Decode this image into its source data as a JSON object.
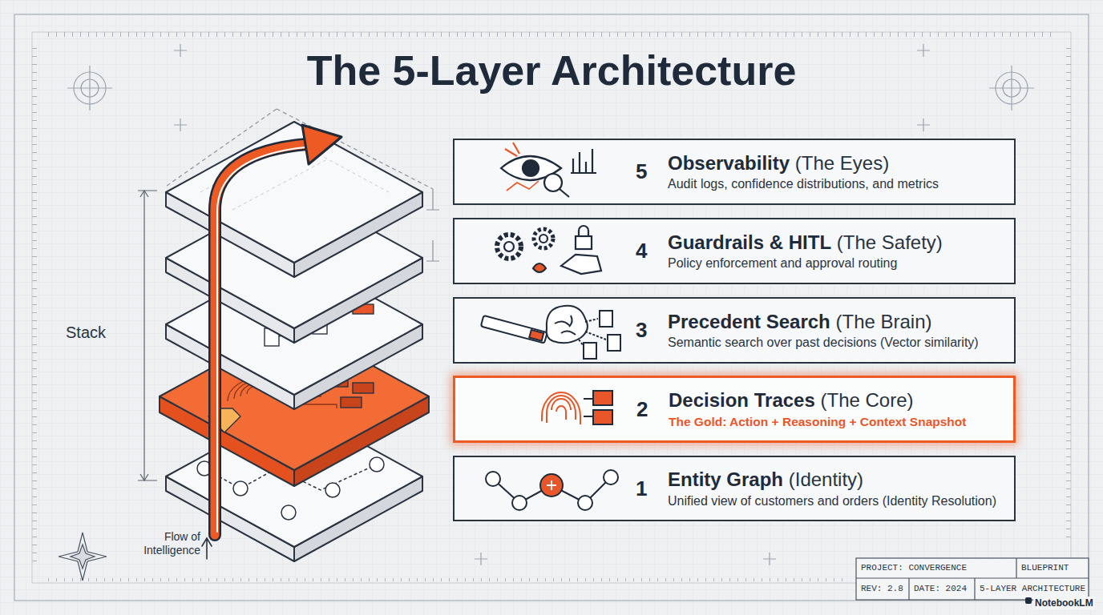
{
  "diagram": {
    "title": "The 5-Layer Architecture",
    "nodes": [
      {
        "text": [
          "5",
          "Observability",
          "(The Eyes)",
          "Audit logs, confidence distributions, and metrics"
        ]
      },
      {
        "text": [
          "4",
          "Guardrails & HITL",
          "(The Safety)",
          "Policy enforcement and approval routing"
        ]
      },
      {
        "text": [
          "3",
          "Precedent Search",
          "(The Brain)",
          "Semantic search over past decisions (Vector similarity)"
        ]
      },
      {
        "text": [
          "2",
          "Decision Traces",
          "(The Core)",
          "The Gold: Action + Reasoning + Context Snapshot"
        ]
      },
      {
        "text": [
          "1",
          "Entity Graph",
          "(Identity)",
          "Unified view of customers and orders (Identity Resolution)"
        ]
      }
    ],
    "labels": [
      "Stack",
      "Flow of Intelligence",
      "PROJECT: CONVERGENCE",
      "BLUEPRINT",
      "REV: 2.8",
      "DATE: 2024",
      "5-LAYER ARCHITECTURE",
      "NotebookLM"
    ]
  }
}
